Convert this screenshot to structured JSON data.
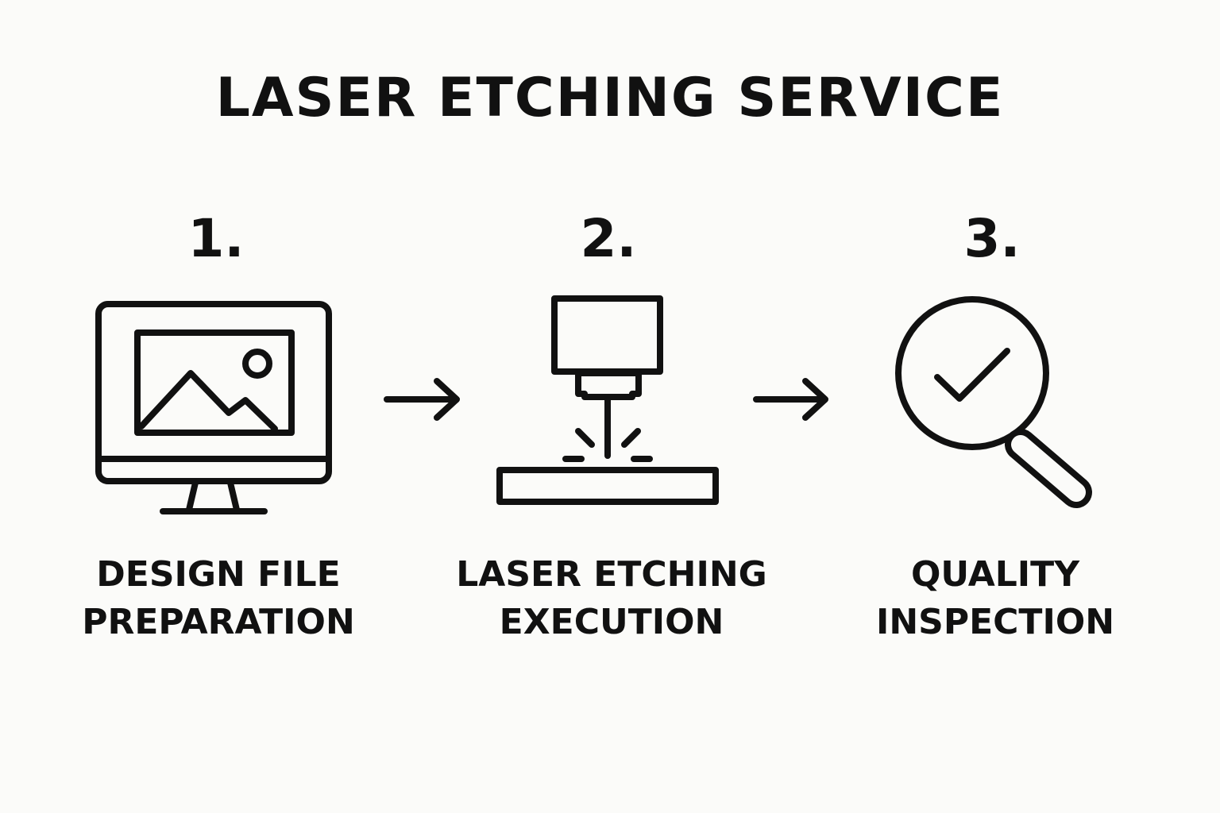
{
  "title": "LASER ETCHING SERVICE",
  "steps": [
    {
      "number": "1.",
      "label_line1": "DESIGN FILE",
      "label_line2": "PREPARATION",
      "icon": "monitor-image-icon"
    },
    {
      "number": "2.",
      "label_line1": "LASER ETCHING",
      "label_line2": "EXECUTION",
      "icon": "laser-head-icon"
    },
    {
      "number": "3.",
      "label_line1": "QUALITY",
      "label_line2": "INSPECTION",
      "icon": "magnifier-check-icon"
    }
  ],
  "connectors": [
    "arrow-right-icon",
    "arrow-right-icon"
  ],
  "colors": {
    "background": "#fbfbf9",
    "ink": "#111111"
  }
}
